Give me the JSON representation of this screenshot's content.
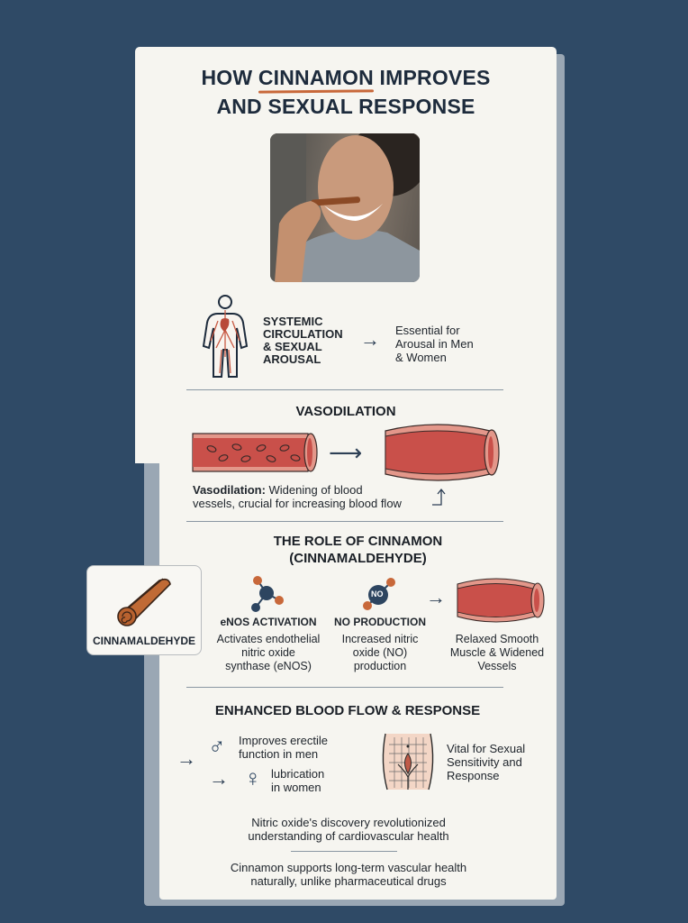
{
  "title": {
    "line1_pre": "HOW ",
    "line1_highlight": "CINNAMON",
    "line1_post": " IMPROVES",
    "line2": "AND SEXUAL RESPONSE"
  },
  "photo": {
    "alt": "Smiling woman biting a cinnamon stick"
  },
  "circulation": {
    "icon": "human-circulatory-system-icon",
    "label": [
      "SYSTEMIC",
      "CIRCULATION",
      "& SEXUAL",
      "AROUSAL"
    ],
    "result": [
      "Essential for",
      "Arousal in Men",
      "& Women"
    ]
  },
  "vasodilation": {
    "heading": "VASODILATION",
    "definition_term": "Vasodilation:",
    "definition_line1": " Widening of blood",
    "definition_line2": "vessels, crucial for increasing blood flow"
  },
  "cinnamon_role": {
    "heading_line1": "THE ROLE OF CINNAMON",
    "heading_line2": "(CINNAMALDEHYDE)",
    "compound_label": "CINNAMALDEHYDE",
    "steps": [
      {
        "icon": "molecule-icon",
        "title": "eNOS ACTIVATION",
        "text": [
          "Activates endothelial",
          "nitric oxide",
          "synthase (eNOS)"
        ]
      },
      {
        "icon": "no-molecule-icon",
        "badge": "NO",
        "title": "NO PRODUCTION",
        "text": [
          "Increased nitric",
          "oxide (NO)",
          "production"
        ]
      },
      {
        "icon": "widened-vessel-icon",
        "title": "",
        "text": [
          "Relaxed Smooth",
          "Muscle & Widened",
          "Vessels"
        ]
      }
    ]
  },
  "enhanced": {
    "heading": "ENHANCED BLOOD FLOW & RESPONSE",
    "male": {
      "symbol": "♂",
      "text": [
        "Improves erectile",
        "function in men"
      ]
    },
    "female": {
      "symbol": "♀",
      "text": [
        "lubrication",
        "in women"
      ]
    },
    "sensitivity": [
      "Vital for Sexual",
      "Sensitivity and",
      "Response"
    ]
  },
  "footer": {
    "fact1": [
      "Nitric oxide's discovery revolutionized",
      "understanding of cardiovascular health"
    ],
    "fact2": [
      "Cinnamon supports long-term vascular health",
      "naturally, unlike pharmaceutical drugs"
    ]
  },
  "colors": {
    "background": "#2f4a66",
    "card": "#f6f5f0",
    "accent": "#c8683a",
    "vessel": "#c9504a",
    "vessel_wall": "#e3978a",
    "navy": "#2d4560"
  }
}
